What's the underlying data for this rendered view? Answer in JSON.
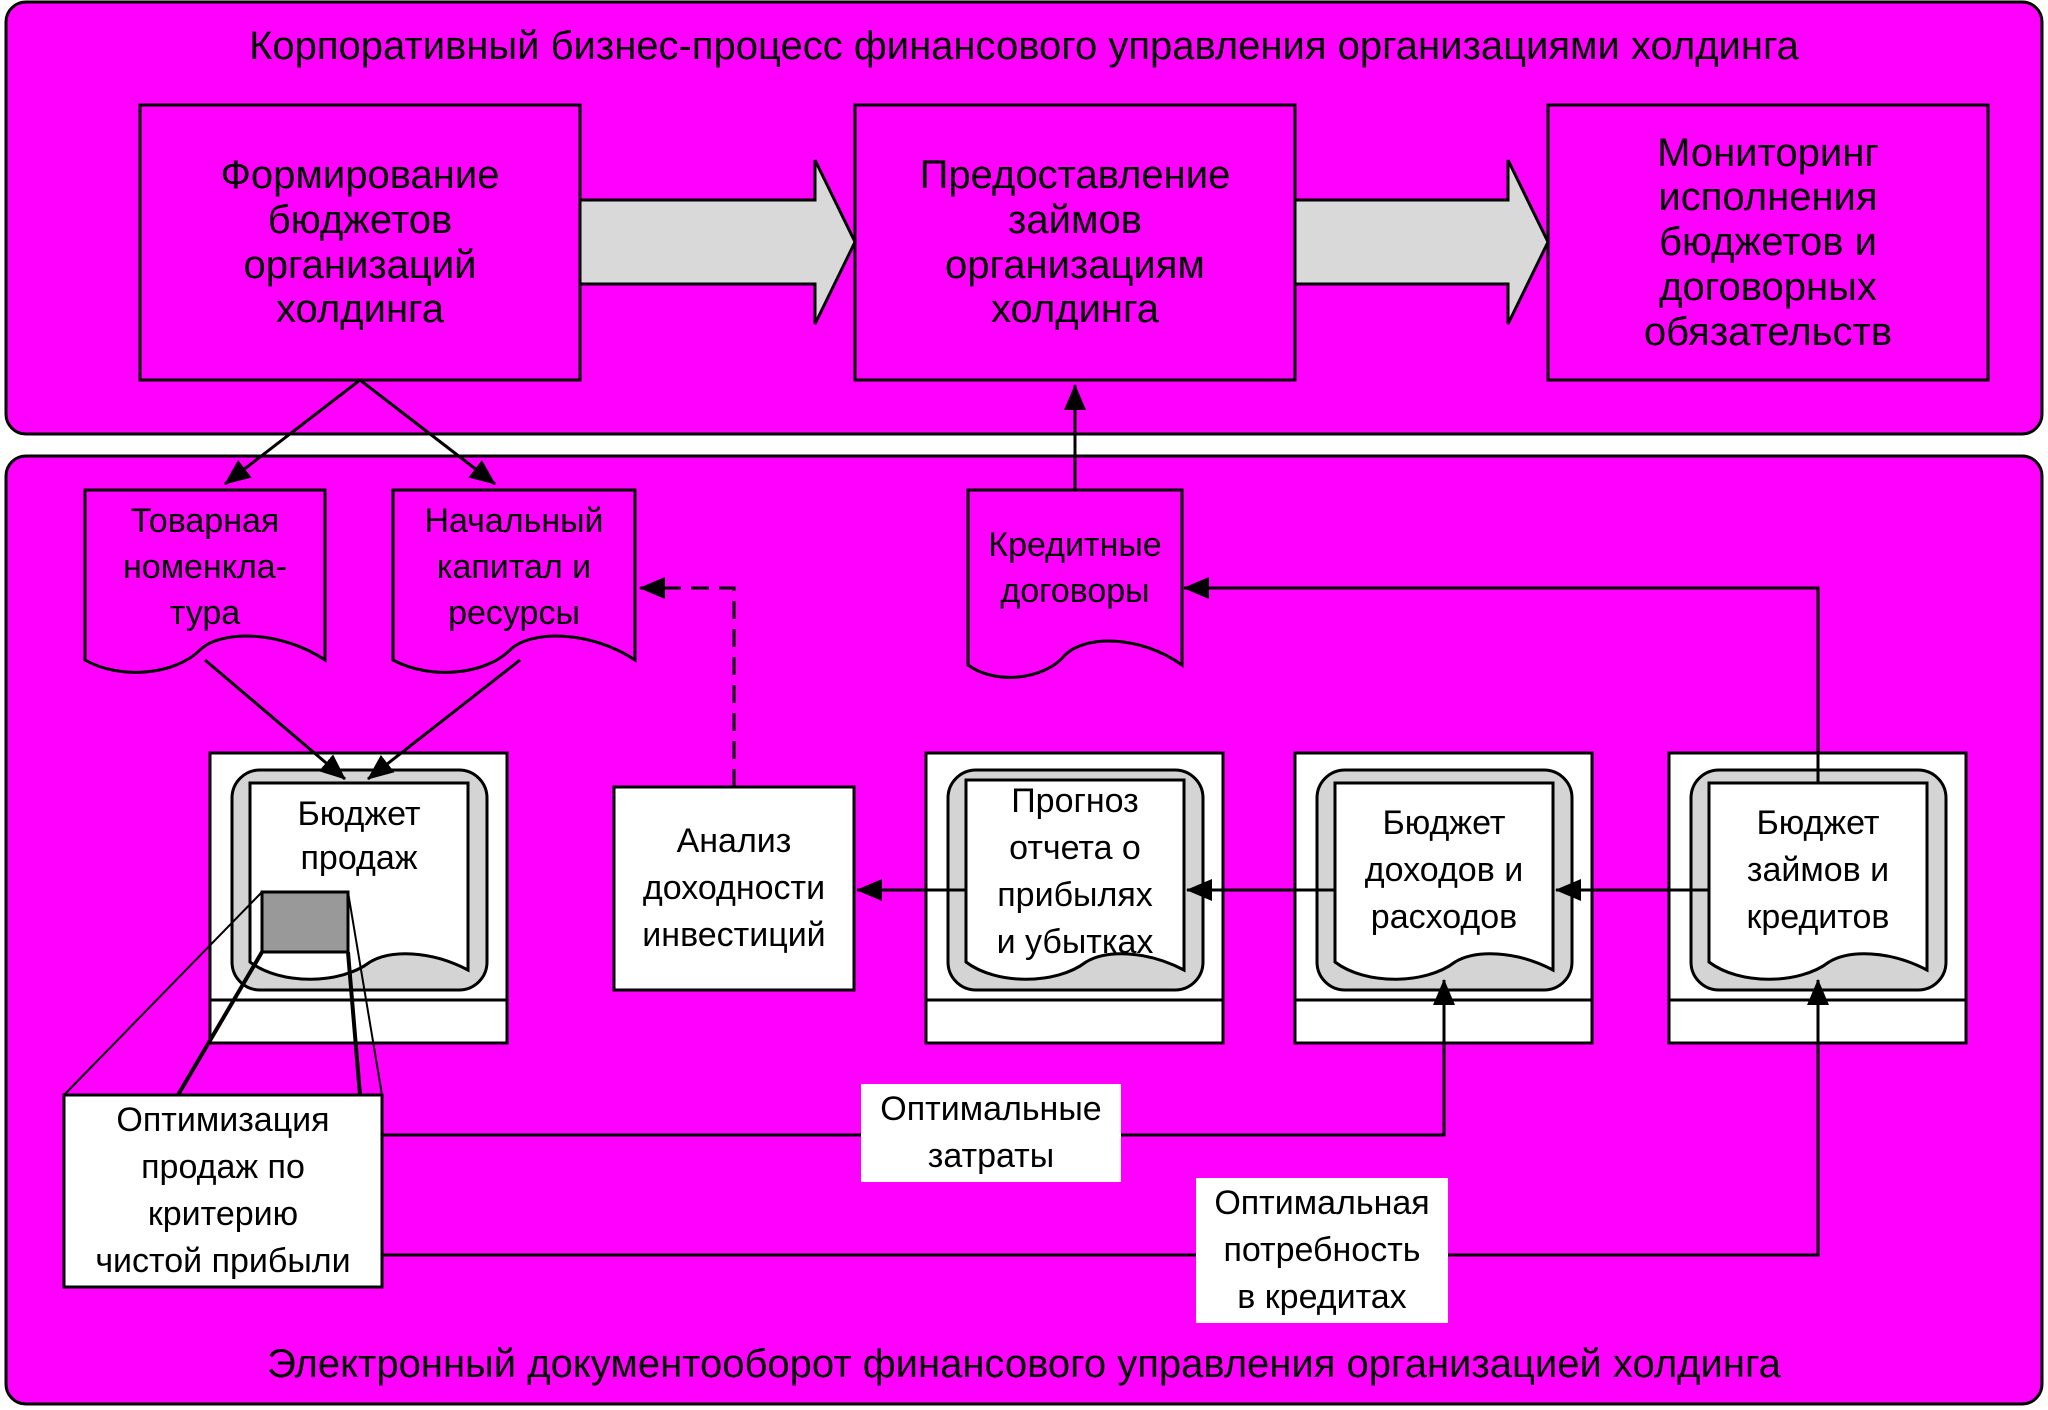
{
  "top_panel": {
    "title": "Корпоративный бизнес-процесс финансового управления организациями холдинга",
    "steps": [
      "Формирование\nбюджетов\nорганизаций\nхолдинга",
      "Предоставление\nзаймов\nорганизациям\nхолдинга",
      "Мониторинг\nисполнения\nбюджетов и\nдоговорных\nобязательств"
    ]
  },
  "bottom_panel": {
    "title": "Электронный документооборот финансового управления организацией холдинга",
    "documents": {
      "nomenclature": "Товарная\nноменкла-\nтура",
      "capital": "Начальный\nкапитал и\nресурсы",
      "credit_contracts": "Кредитные\nдоговоры"
    },
    "budgets": {
      "sales": "Бюджет\nпродаж",
      "forecast": "Прогноз\nотчета о\nприбылях\nи убытках",
      "income_expense": "Бюджет\nдоходов и\nрасходов",
      "loans": "Бюджет\nзаймов и\nкредитов"
    },
    "investment_analysis": "Анализ\nдоходности\nинвестиций",
    "optimization": "Оптимизация\nпродаж по\nкритерию\nчистой прибыли",
    "optimal_costs": "Оптимальные\nзатраты",
    "optimal_credit_need": "Оптимальная\nпотребность\nв кредитах"
  },
  "colors": {
    "panel": "#ff00ff",
    "arrow_fill": "#d9d9d9",
    "doc_fill": "#d4d4d4",
    "cell_fill": "#999999"
  }
}
